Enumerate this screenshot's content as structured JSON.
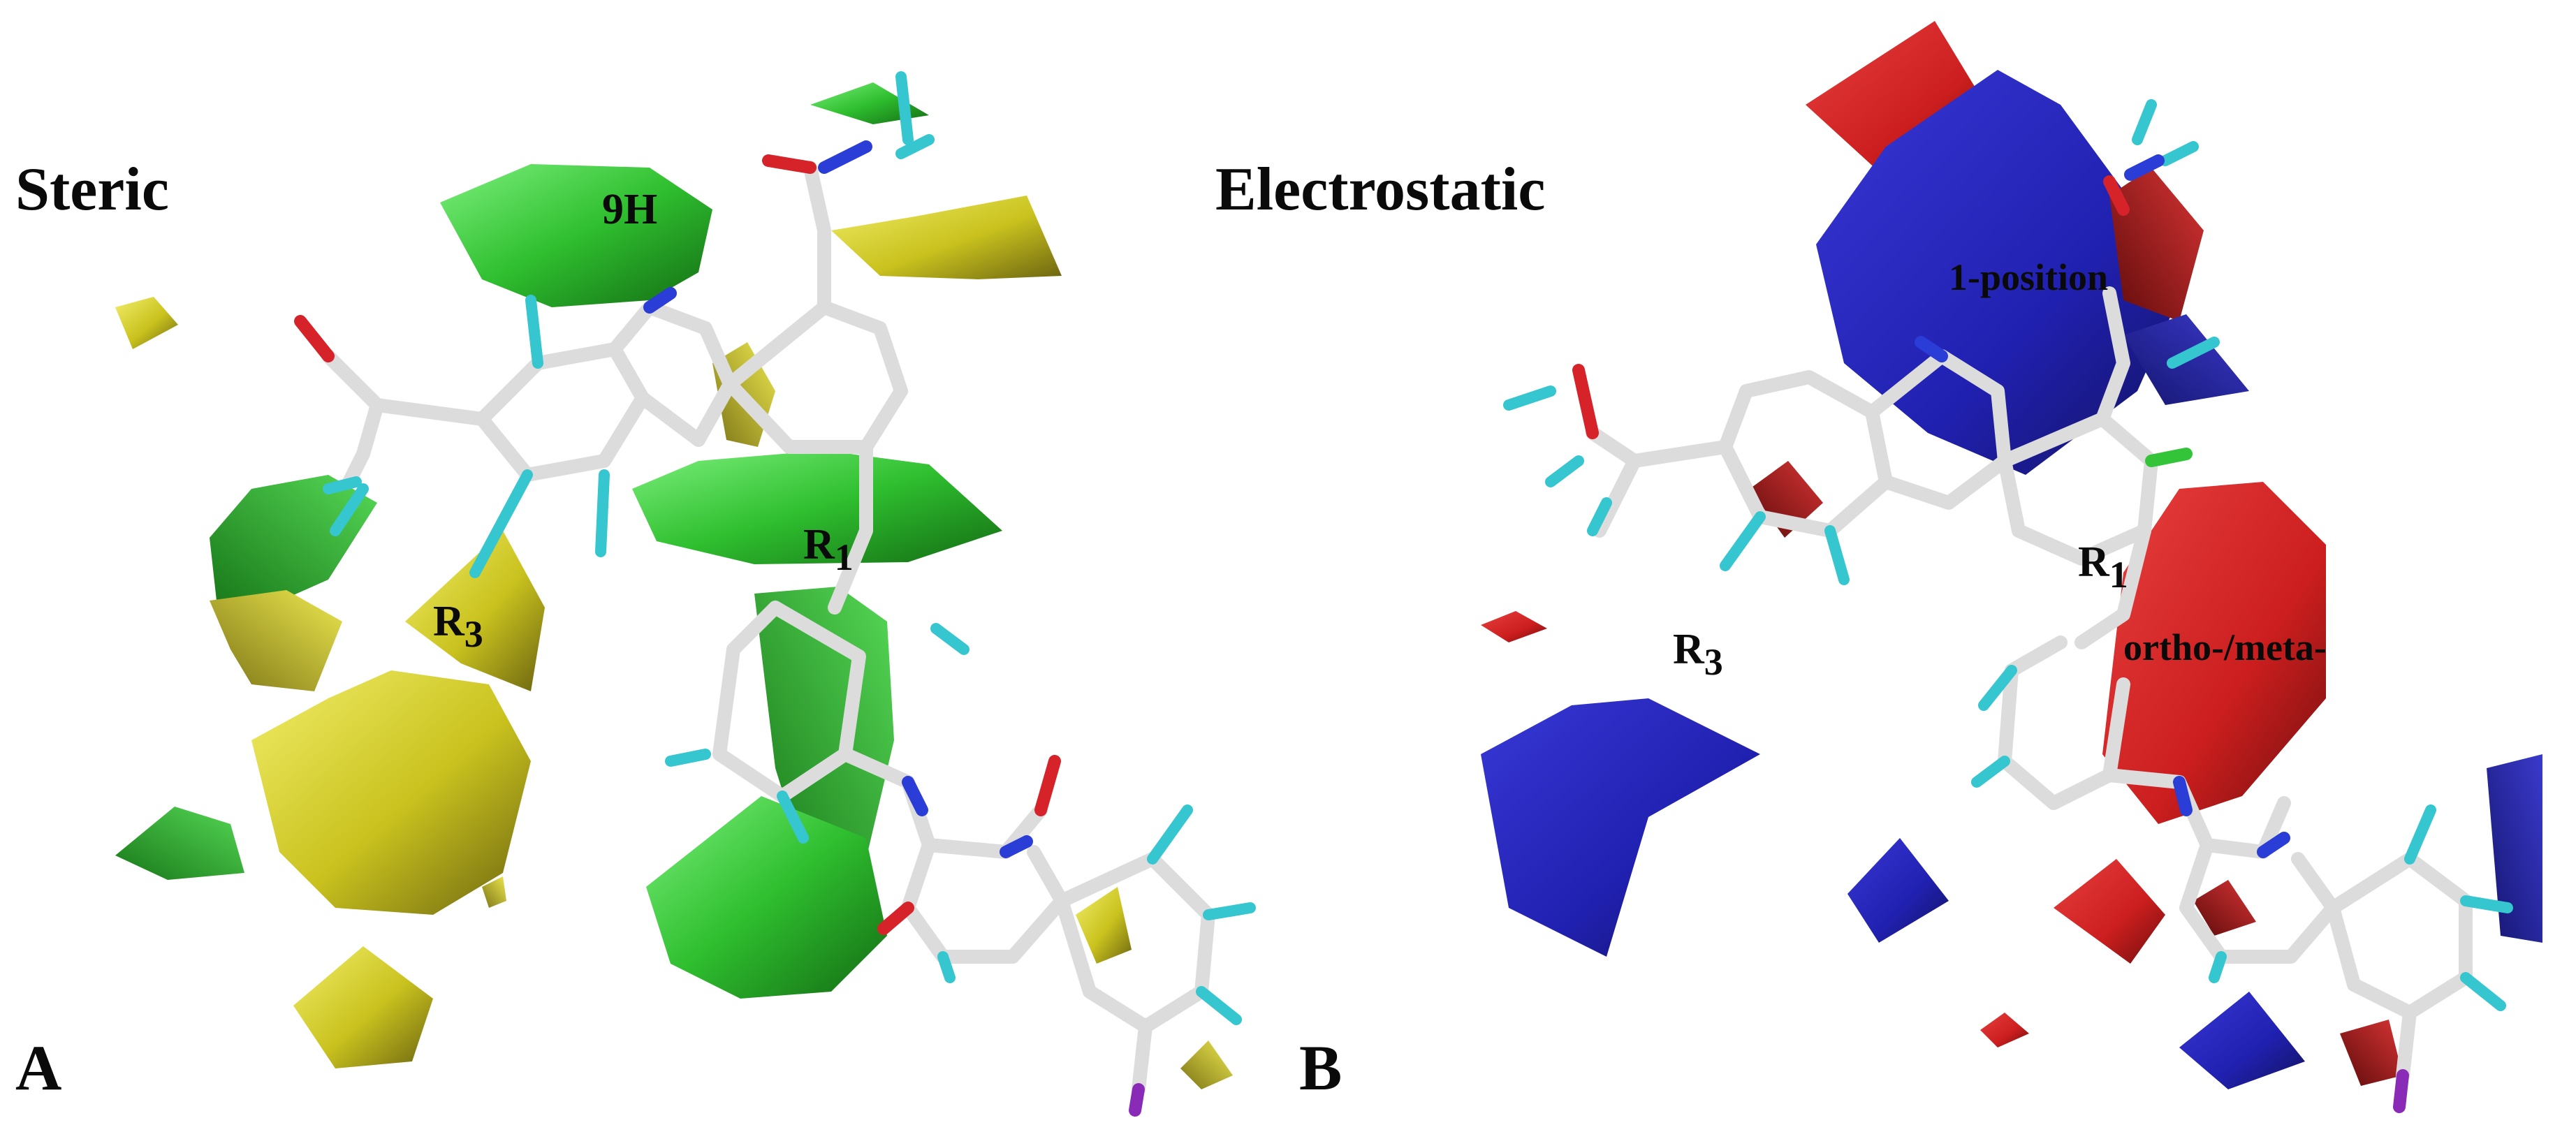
{
  "panels": [
    {
      "letter": "A",
      "title": "Steric",
      "labels": {
        "h9": "9H",
        "r1_main": "R",
        "r1_sub": "1",
        "r3_main": "R",
        "r3_sub": "3"
      }
    },
    {
      "letter": "B",
      "title": "Electrostatic",
      "labels": {
        "position": "1-position",
        "r1_main": "R",
        "r1_sub": "1",
        "r3_main": "R",
        "r3_sub": "3",
        "orthometa": "ortho-/meta-"
      }
    }
  ],
  "colors": {
    "steric_favored": "#2fbf2f",
    "steric_disfavored": "#c9c21e",
    "electro_positive": "#2020b0",
    "electro_negative": "#cc1e1e",
    "bond_carbon": "#d8d8d8",
    "atom_nitrogen": "#2a3dd6",
    "atom_oxygen": "#d6232a",
    "atom_hydrogen": "#35c6cf",
    "atom_chlorine": "#33c43a",
    "atom_iodine": "#8a2bb8"
  }
}
